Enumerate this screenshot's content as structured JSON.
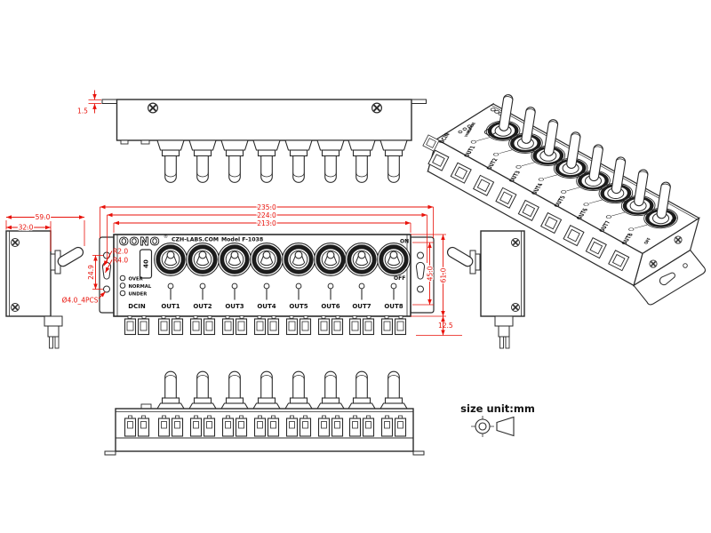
{
  "colors": {
    "ink": "#2b2b2b",
    "dim_red": "#e8120a",
    "bg": "#ffffff"
  },
  "brand": {
    "logo": "OONO",
    "reg": "®",
    "website": "CZH-LABS.COM",
    "model": "Model F-1038"
  },
  "panel": {
    "power_on": "ON",
    "power_off": "OFF",
    "fuse_rating": "40",
    "input_label": "DCIN",
    "led_labels": [
      "OVER",
      "NORMAL",
      "UNDER"
    ],
    "output_labels": [
      "OUT1",
      "OUT2",
      "OUT3",
      "OUT4",
      "OUT5",
      "OUT6",
      "OUT7",
      "OUT8"
    ]
  },
  "dimensions_mm": {
    "overall_width": "235.0",
    "mount_slot_span": "224.0",
    "panel_width": "213.0",
    "panel_height": "61.0",
    "switch_row_height": "45.0",
    "terminal_depth": "12.5",
    "body_depth": "32.0",
    "overall_depth": "59.0",
    "flange_thickness": "1.5",
    "ear_hole_spacing": "24.9",
    "slot_radius_small": "R2.0",
    "slot_radius_large": "R4.0",
    "mount_holes": "Ø4.0_4PCS"
  },
  "notes": {
    "size_unit": "size unit:mm"
  }
}
